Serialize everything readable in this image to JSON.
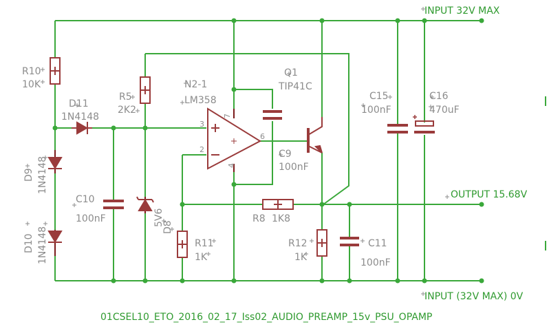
{
  "nets": {
    "input_top": "INPUT 32V MAX",
    "output": "OUTPUT 15.68V",
    "input_bottom": "INPUT (32V MAX) 0V"
  },
  "title": "01CSEL10_ETO_2016_02_17_Iss02_AUDIO_PREAMP_15v_PSU_OPAMP",
  "components": {
    "r10": {
      "name": "R10",
      "value": "10K"
    },
    "r5": {
      "name": "R5",
      "value": "2K2"
    },
    "d11": {
      "name": "D11",
      "value": "1N4148"
    },
    "d9": {
      "name": "D9",
      "value": "1N4148"
    },
    "d10": {
      "name": "D10",
      "value": "1N4148"
    },
    "n2": {
      "name": "N2-1",
      "value": "LM358",
      "pins": {
        "p3": "3",
        "p2": "2",
        "p6": "6",
        "p7": "7",
        "p4": "4"
      }
    },
    "q1": {
      "name": "Q1",
      "value": "TIP41C"
    },
    "c9": {
      "name": "C9",
      "value": "100nF"
    },
    "c10": {
      "name": "C10",
      "value": "100nF"
    },
    "d8": {
      "name": "D8",
      "value": "5V6"
    },
    "r11": {
      "name": "R11",
      "value": "1K"
    },
    "r8": {
      "name": "R8",
      "value": "1K8"
    },
    "r12": {
      "name": "R12",
      "value": "1K"
    },
    "c11": {
      "name": "C11",
      "value": "100nF"
    },
    "c15": {
      "name": "C15",
      "value": "100nF"
    },
    "c16": {
      "name": "C16",
      "value": "470uF"
    }
  }
}
